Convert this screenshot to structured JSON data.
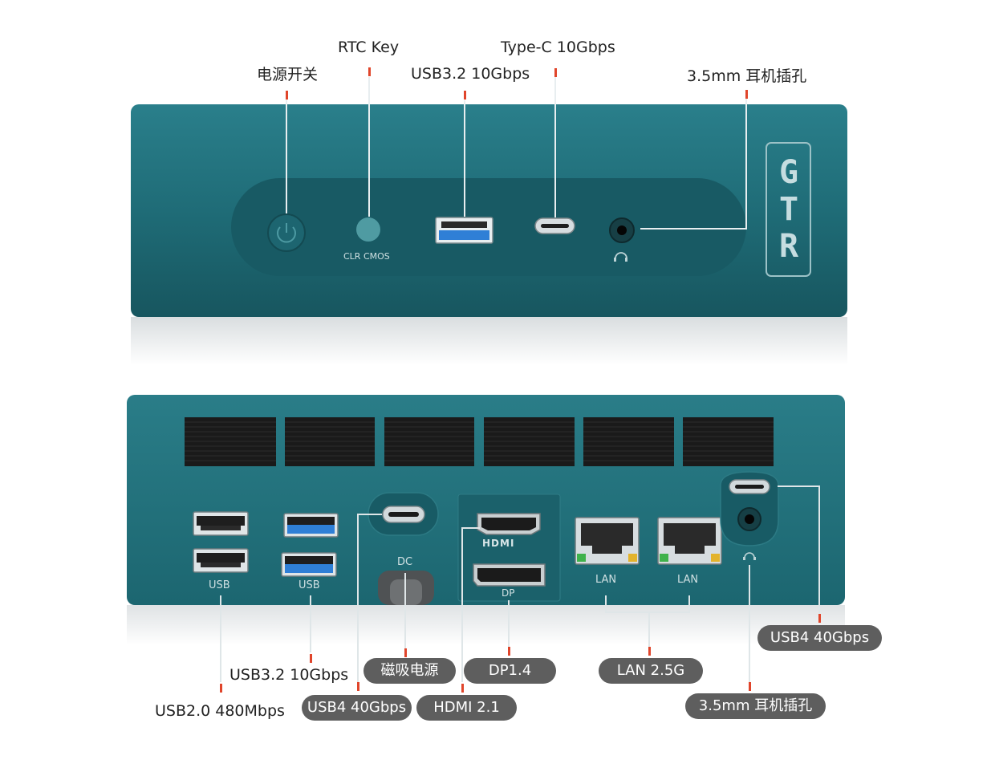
{
  "brand": {
    "logo_text": "GTR"
  },
  "front": {
    "callouts": {
      "power": "电源开关",
      "rtc_key": "RTC Key",
      "usb32": "USB3.2 10Gbps",
      "typec": "Type-C 10Gbps",
      "audio": "3.5mm 耳机插孔"
    },
    "engraving": {
      "clr_cmos": "CLR CMOS"
    }
  },
  "rear": {
    "engraving": {
      "usb_left": "USB",
      "usb_right": "USB",
      "dc": "DC",
      "hdmi_logo": "HDMI",
      "dp": "DP",
      "lan1": "LAN",
      "lan2": "LAN"
    },
    "callouts": {
      "usb2": "USB2.0 480Mbps",
      "usb32": "USB3.2 10Gbps",
      "usb4_left": "USB4 40Gbps",
      "magnetic_power": "磁吸电源",
      "hdmi": "HDMI 2.1",
      "dp": "DP1.4",
      "lan": "LAN 2.5G",
      "usb4_right": "USB4 40Gbps",
      "audio": "3.5mm 耳机插孔"
    }
  },
  "colors": {
    "chassis": "#1f6d78",
    "panel": "#195e68",
    "callout_accent": "#e0452b",
    "pill_bg": "#5e5e5e",
    "usb3_blue": "#2f7fd6"
  }
}
